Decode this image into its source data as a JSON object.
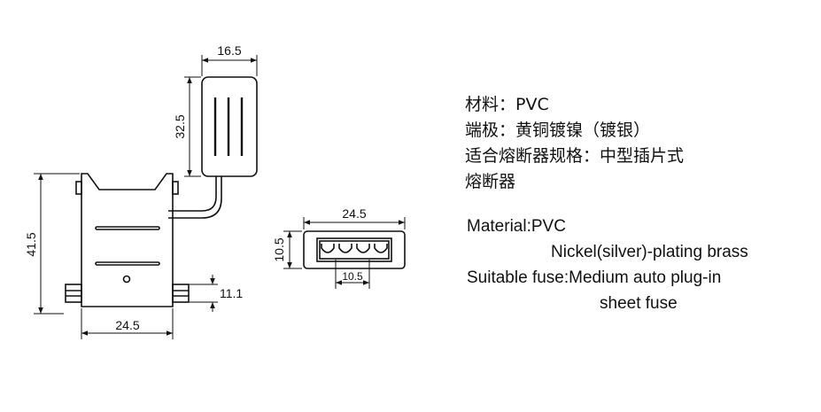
{
  "dimensions": {
    "cover_width": "16.5",
    "cover_height": "32.5",
    "body_height": "41.5",
    "body_width": "24.5",
    "terminal_height": "11.1",
    "end_width": "24.5",
    "end_height": "10.5",
    "slot_pitch": "10.5"
  },
  "specs_cn": [
    "材料：PVC",
    "端极：黄铜镀镍（镀银）",
    "适合熔断器规格：中型插片式",
    "熔断器"
  ],
  "specs_en": [
    "Material:PVC",
    "Nickel(silver)-plating brass",
    "Suitable fuse:Medium auto plug-in",
    "sheet fuse"
  ]
}
